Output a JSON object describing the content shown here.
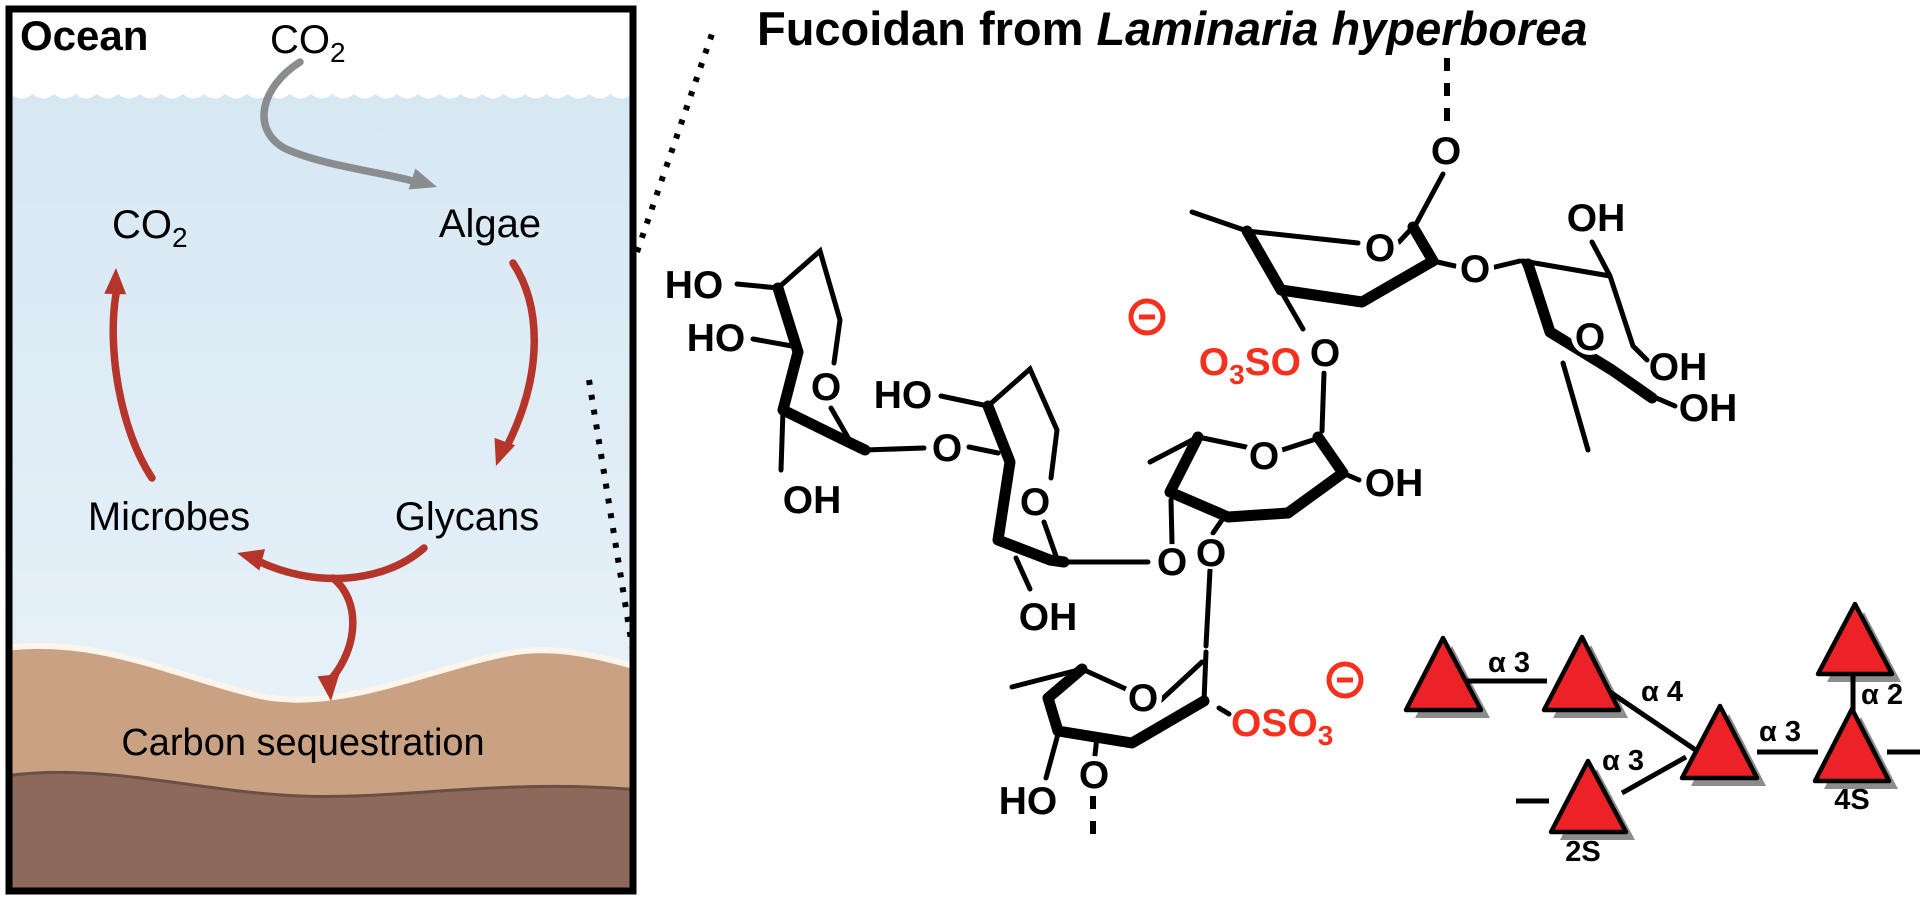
{
  "left_panel": {
    "title": "Ocean",
    "co2_atmosphere": {
      "base": "CO",
      "sub": "2"
    },
    "co2_dissolved": {
      "base": "CO",
      "sub": "2"
    },
    "algae": "Algae",
    "microbes": "Microbes",
    "glycans": "Glycans",
    "carbon_sequestration": "Carbon sequestration",
    "colors": {
      "water_top": "#d6e7f3",
      "water_bottom": "#ecf4fa",
      "sand": "#c9a183",
      "soil": "#8d695c",
      "cycle_arrow_red": "#b5352a",
      "co2_arrow_gray": "#8a8d90"
    }
  },
  "right_panel": {
    "title": {
      "prefix": "Fucoidan from ",
      "species": "Laminaria hyperborea"
    },
    "atom_labels": {
      "ho": "HO",
      "oh": "OH",
      "o": "O"
    },
    "sulfate_upper": {
      "o": "O",
      "sub": "3",
      "so": "SO"
    },
    "sulfate_lower": {
      "oso": "OSO",
      "sub": "3"
    },
    "glycan_diagram": {
      "linkage_a3": "α 3",
      "linkage_a4": "α 4",
      "linkage_a2": "α 2",
      "sulfation_2s": "2S",
      "sulfation_4s": "4S",
      "monosaccharide_symbol": "fucose-triangle",
      "triangle_color": "#ec2227",
      "sulfate_color": "#f5301d"
    }
  }
}
